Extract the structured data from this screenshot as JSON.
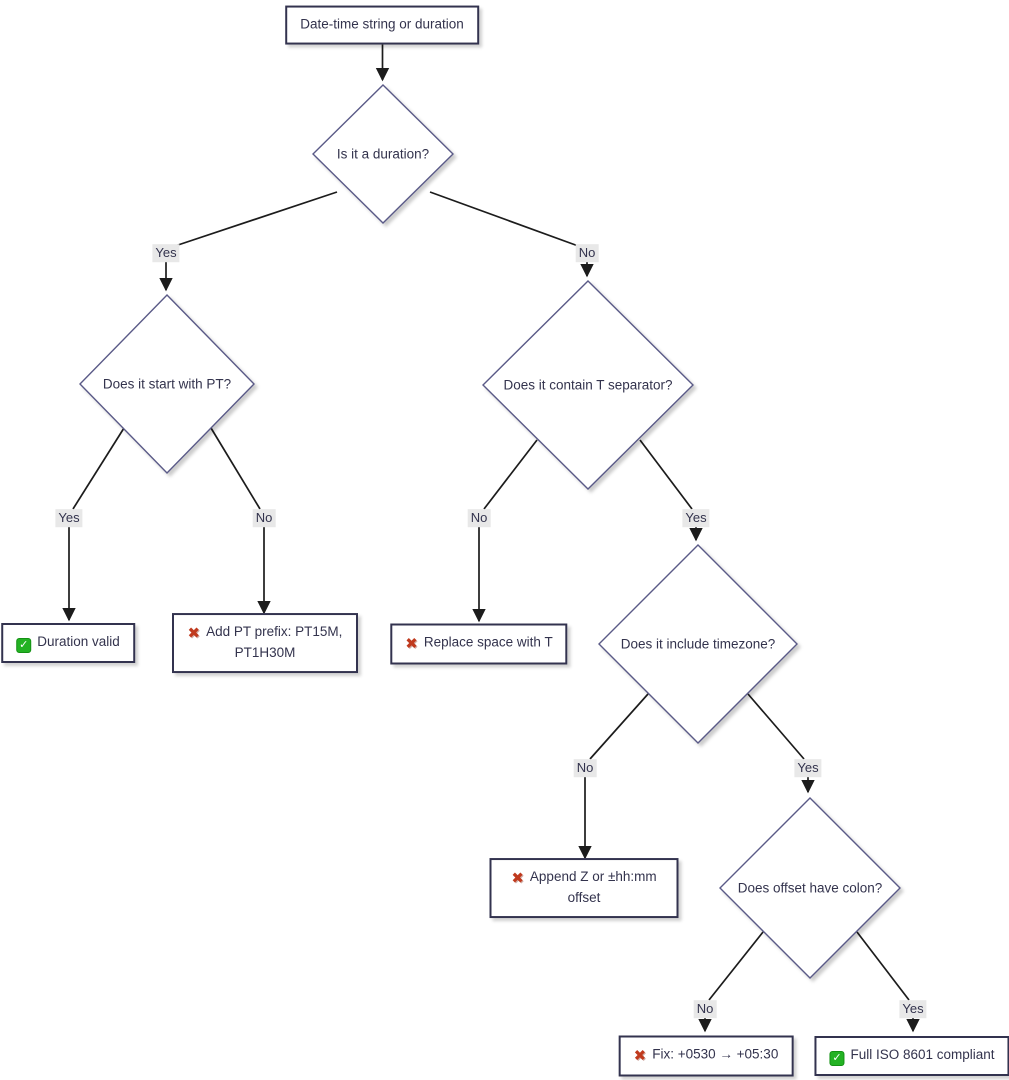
{
  "diagram": {
    "nodes": {
      "start": {
        "label": "Date-time string or duration"
      },
      "is_duration": {
        "label": "Is it a duration?"
      },
      "starts_with_pt": {
        "label": "Does it start with PT?"
      },
      "contains_t": {
        "label": "Does it contain T separator?"
      },
      "duration_valid": {
        "icon": "check-icon",
        "label": "Duration valid"
      },
      "add_pt_prefix": {
        "icon": "cross-icon",
        "label": "Add PT prefix: PT15M, PT1H30M"
      },
      "replace_space": {
        "icon": "cross-icon",
        "label": "Replace space with T"
      },
      "includes_timezone": {
        "label": "Does it include timezone?"
      },
      "append_offset": {
        "icon": "cross-icon",
        "label": "Append Z or ±hh:mm offset"
      },
      "offset_colon": {
        "label": "Does offset have colon?"
      },
      "fix_offset": {
        "icon": "cross-icon",
        "label": "Fix: +0530 → +05:30"
      },
      "full_iso": {
        "icon": "check-icon",
        "label": "Full ISO 8601 compliant"
      }
    },
    "edge_labels": {
      "yes1": "Yes",
      "no1": "No",
      "yes2": "Yes",
      "no2": "No",
      "no3": "No",
      "yes3": "Yes",
      "no4": "No",
      "yes4": "Yes",
      "no5": "No",
      "yes5": "Yes"
    }
  },
  "icons": {
    "check": "✓",
    "cross": "✖"
  },
  "colors": {
    "canvas-bg": "#ffffff",
    "node-fill": "#ffffff",
    "rect-border": "#33334f",
    "diamond-border": "#5a5a87",
    "edge-line": "#1c1c1c",
    "edge-label-bg": "#e8e8e8",
    "text": "#33334d",
    "check-green": "#23b223",
    "cross-red": "#c03a1e"
  }
}
